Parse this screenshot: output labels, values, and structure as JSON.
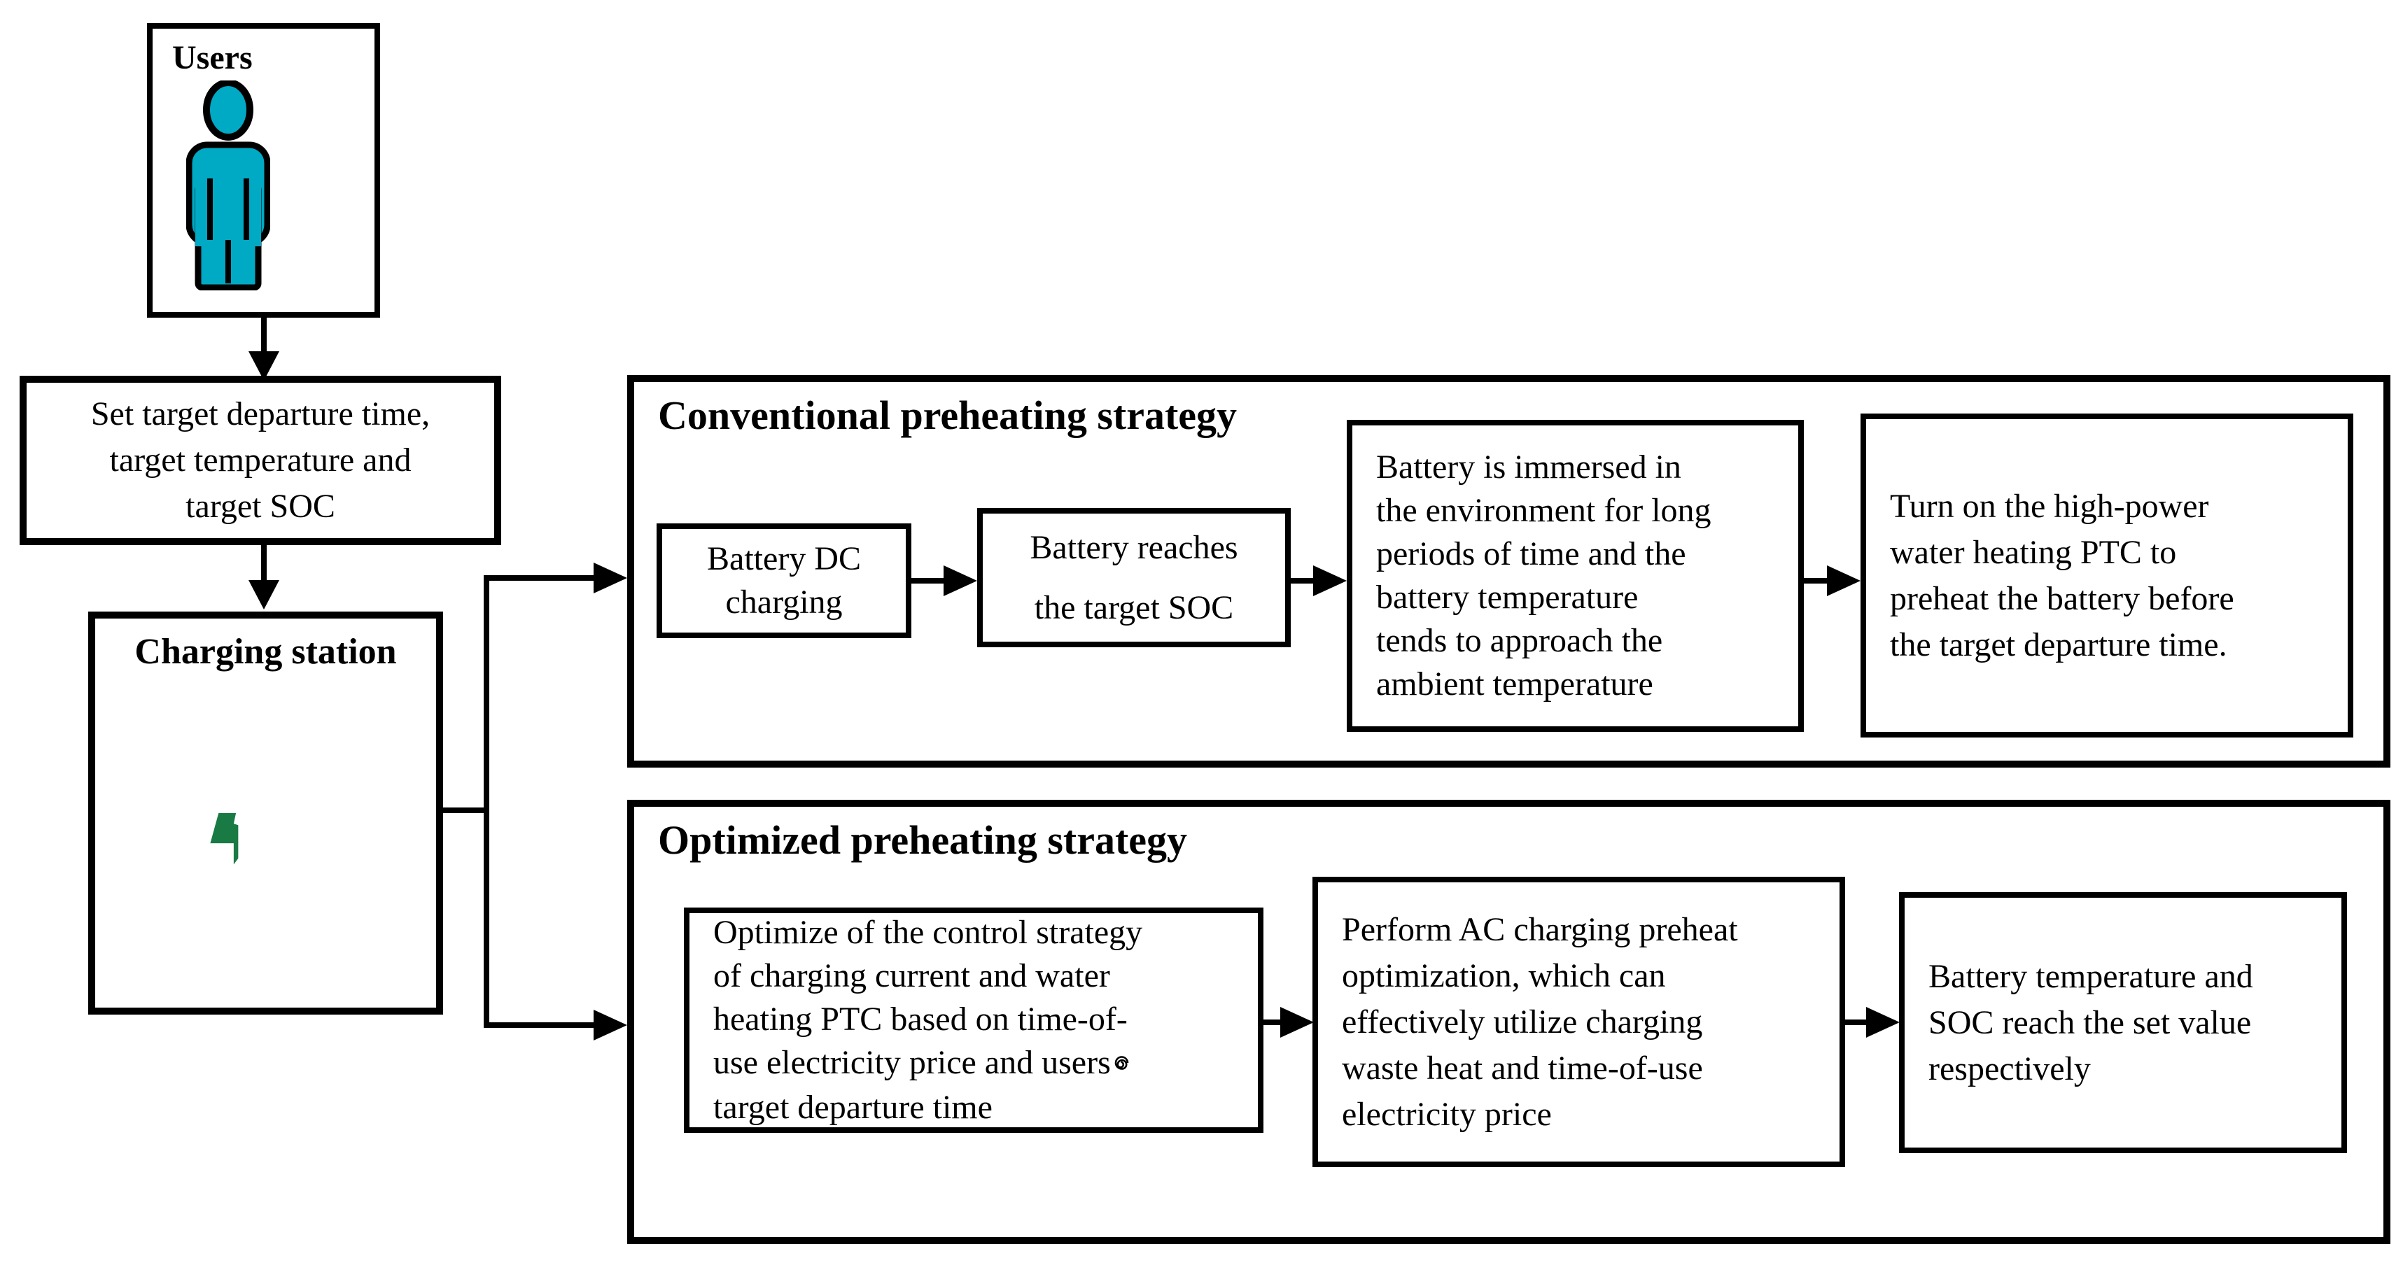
{
  "colors": {
    "person": "#00a9c4",
    "bolt": "#1a7a44",
    "line": "#000000"
  },
  "users_box": {
    "title": "Users"
  },
  "set_target_box": {
    "lines": [
      "Set target departure time,",
      "target temperature and",
      "target SOC"
    ]
  },
  "charging_station_box": {
    "title": "Charging station"
  },
  "conventional": {
    "title": "Conventional preheating strategy",
    "boxes": [
      {
        "lines": [
          "Battery DC",
          "charging"
        ]
      },
      {
        "lines": [
          "Battery reaches",
          "the target SOC"
        ]
      },
      {
        "lines": [
          "Battery is immersed in",
          "the environment for long",
          "periods of time and the",
          "battery temperature",
          "tends to approach the",
          "ambient temperature"
        ]
      },
      {
        "lines": [
          "Turn on the high-power",
          "water heating PTC to",
          "preheat the battery before",
          "the target departure time."
        ]
      }
    ]
  },
  "optimized": {
    "title": "Optimized preheating strategy",
    "boxes": [
      {
        "lines": [
          "Optimize of the control strategy",
          "of charging current and water",
          "heating PTC based on time-of-",
          "use electricity price and users",
          "target departure time"
        ],
        "glyph_after_line_4": "spiral-glyph"
      },
      {
        "lines": [
          "Perform AC charging preheat",
          "optimization, which can",
          "effectively utilize charging",
          "waste heat and time-of-use",
          "electricity price"
        ]
      },
      {
        "lines": [
          "Battery temperature and",
          "SOC reach the set value",
          "respectively"
        ]
      }
    ]
  }
}
